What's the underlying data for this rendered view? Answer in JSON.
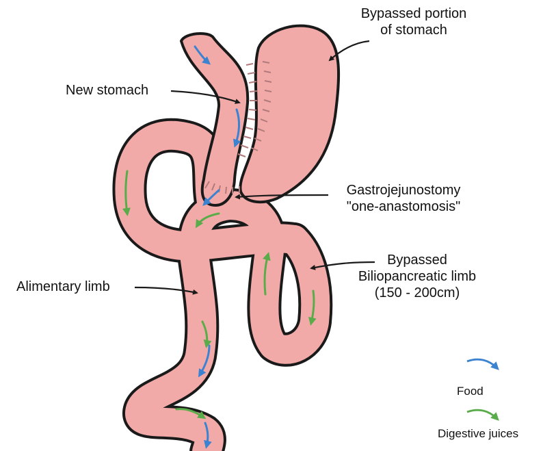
{
  "labels": {
    "bypassed_portion": {
      "line1": "Bypassed portion",
      "line2": "of stomach"
    },
    "new_stomach": "New stomach",
    "gastrojejunostomy": {
      "line1": "Gastrojejunostomy",
      "line2": "\"one-anastomosis\""
    },
    "bypassed_limb": {
      "line1": "Bypassed",
      "line2": "Biliopancreatic limb",
      "line3": "(150 - 200cm)"
    },
    "alimentary_limb": "Alimentary limb"
  },
  "legend": {
    "food": {
      "label": "Food",
      "icon": "blue-arrow-icon",
      "color": "#3b82d0"
    },
    "digestive_juices": {
      "label": "Digestive juices",
      "icon": "green-arrow-icon",
      "color": "#5aac4a"
    }
  },
  "colors": {
    "tissue": "#f2aaa8",
    "outline": "#1a1a1a",
    "staple": "#b07a7a"
  }
}
